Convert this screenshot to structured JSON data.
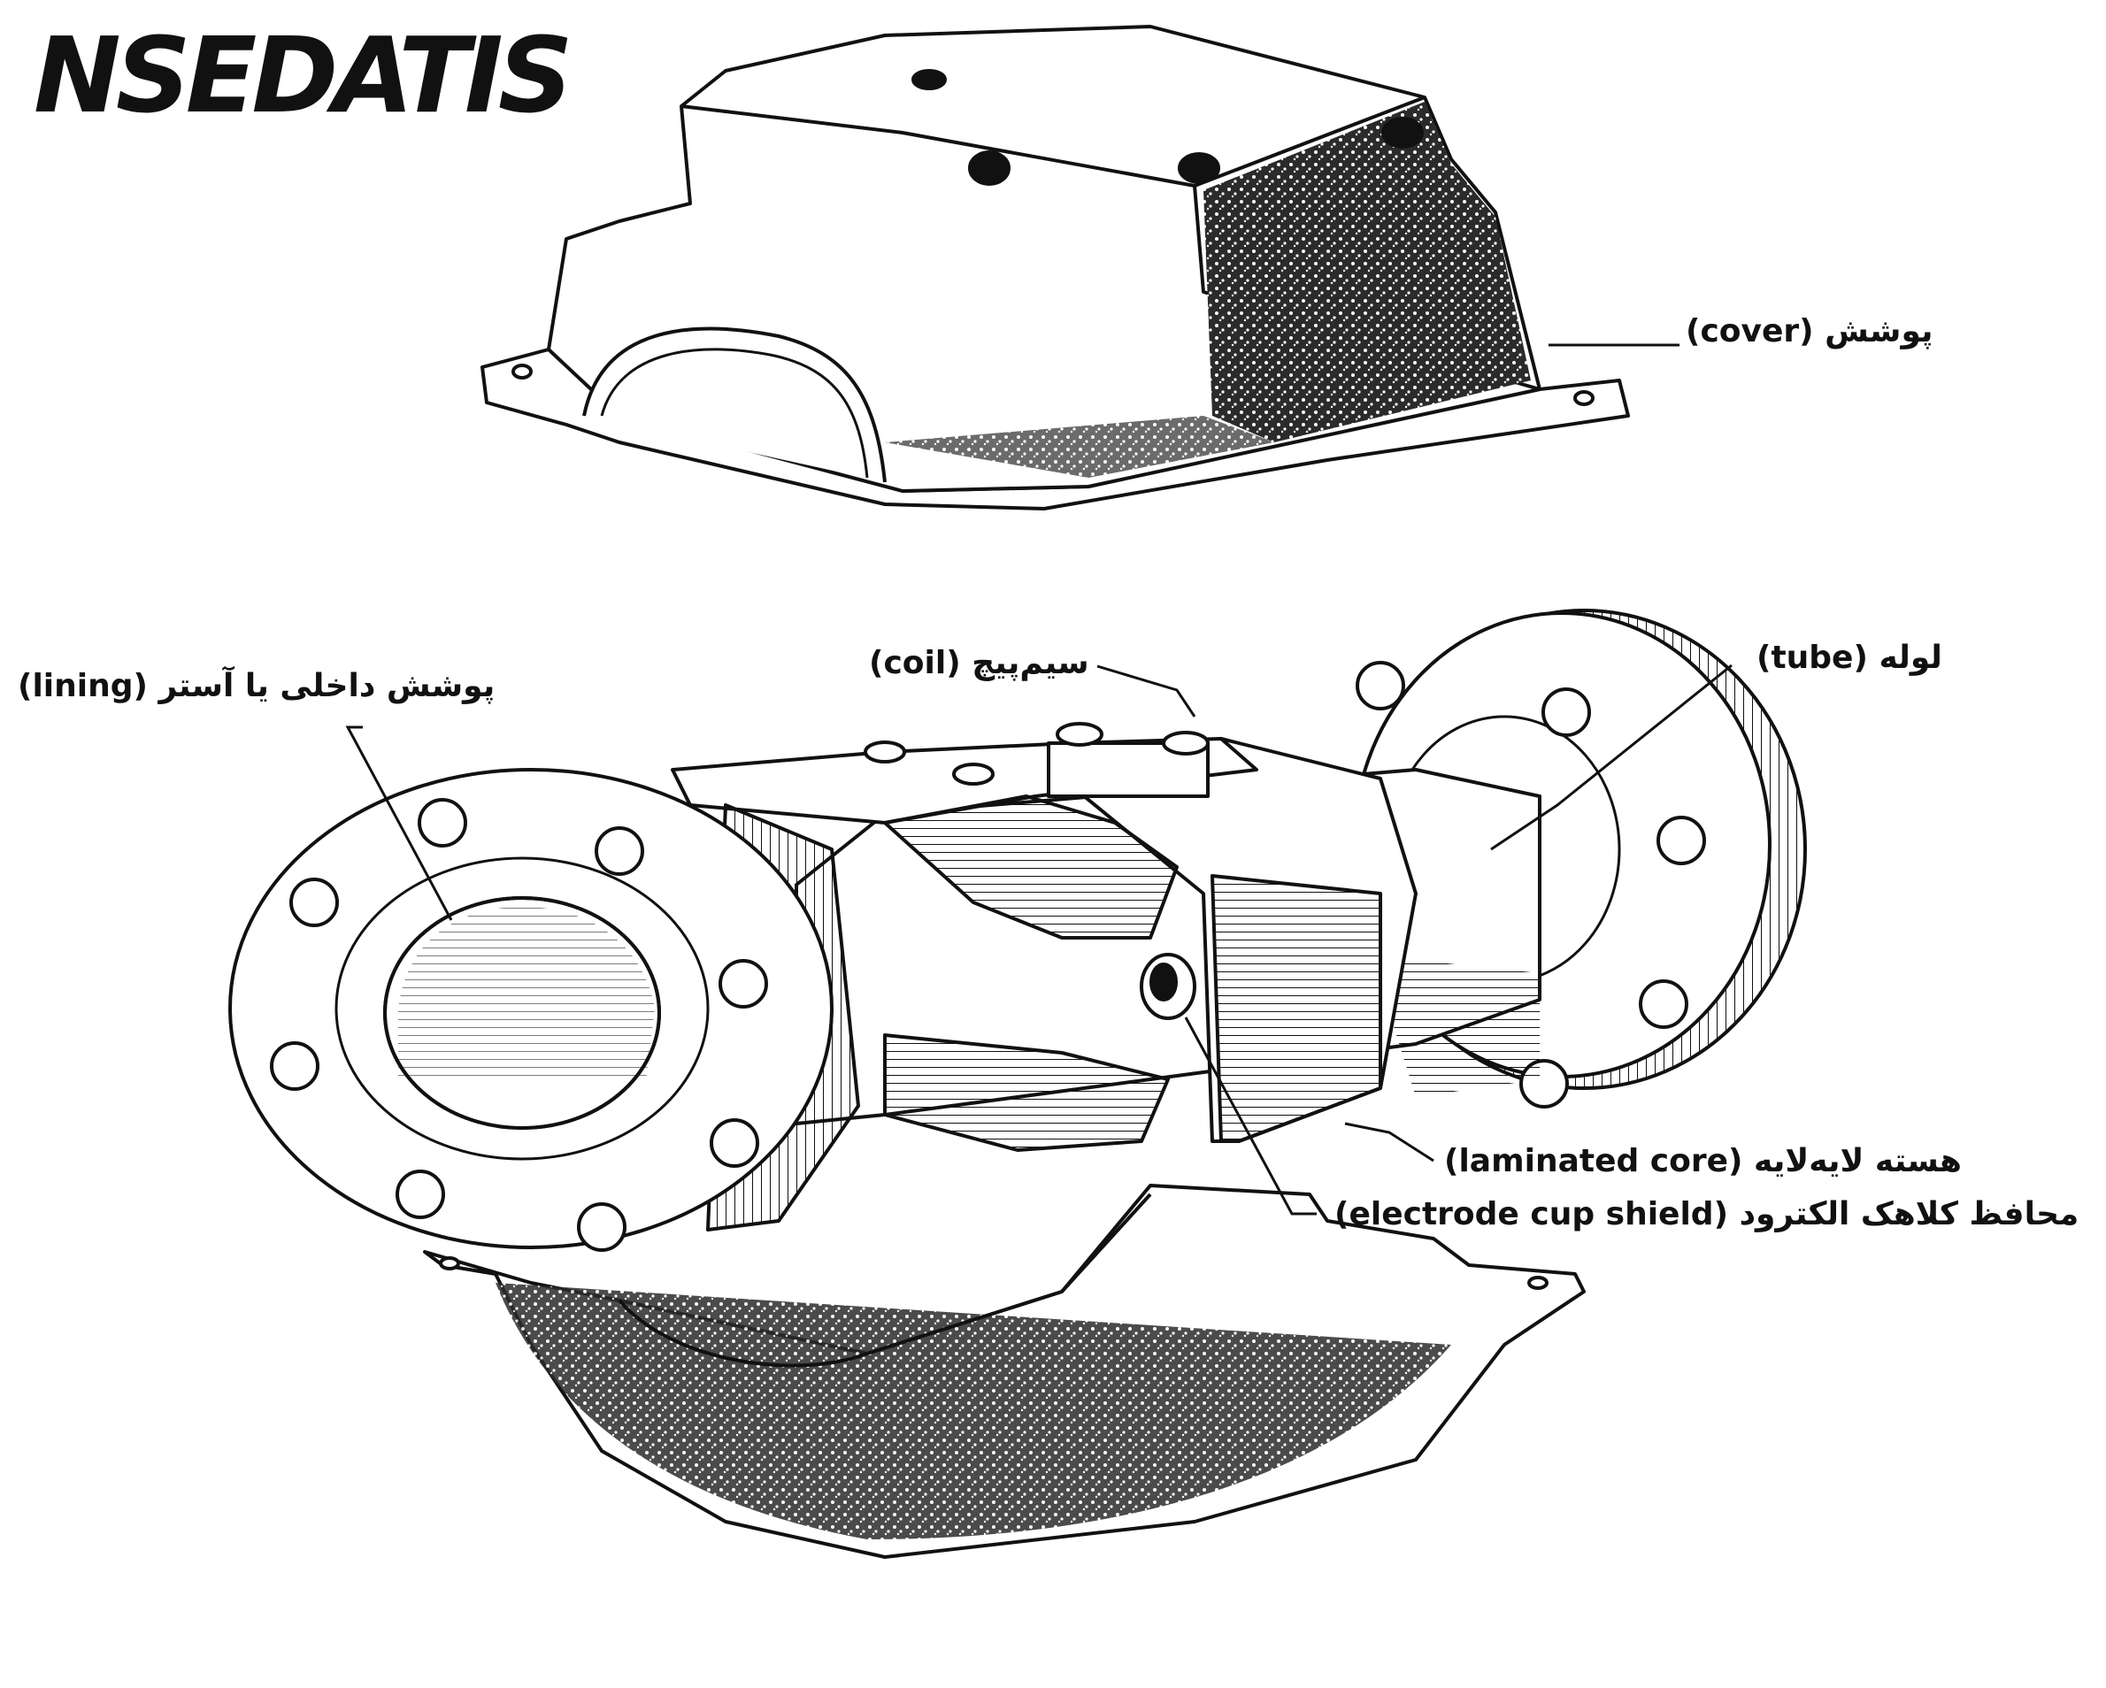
{
  "logo": {
    "text": "NSEDATIS"
  },
  "labels": {
    "cover": {
      "fa": "پوشش",
      "en": "(cover)"
    },
    "coil": {
      "fa": "سیم‌پیچ",
      "en": "(coil)"
    },
    "tube": {
      "fa": "لوله",
      "en": "(tube)"
    },
    "lining": {
      "fa": "پوشش داخلی یا آستر",
      "en": "(lining)"
    },
    "core": {
      "fa": "هسته لایه‌لایه",
      "en": "(laminated core)"
    },
    "shield": {
      "fa": "محافظ کلاهک الکترود",
      "en": "(electrode cup shield)"
    }
  },
  "colors": {
    "ink": "#111111",
    "paper": "#ffffff",
    "shade": "#3a3a3a"
  }
}
